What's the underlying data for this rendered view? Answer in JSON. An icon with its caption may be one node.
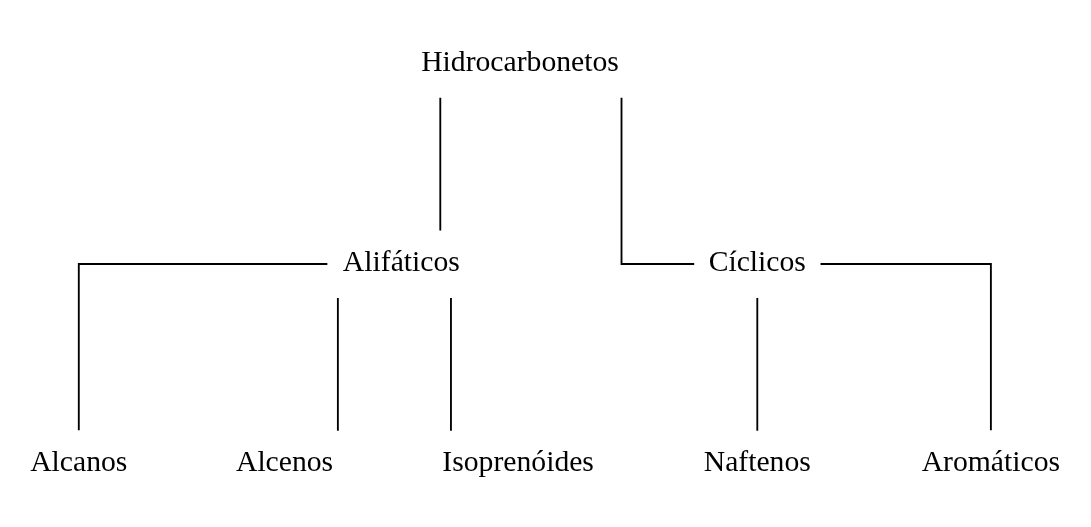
{
  "diagram": {
    "nodes": [
      {
        "text": [
          "Hidrocarbonetos"
        ]
      },
      {
        "text": [
          "Alifáticos"
        ]
      },
      {
        "text": [
          "Cíclicos"
        ]
      },
      {
        "text": [
          "Alcanos"
        ]
      },
      {
        "text": [
          "Alcenos"
        ]
      },
      {
        "text": [
          "Isoprenóides"
        ]
      },
      {
        "text": [
          "Naftenos"
        ]
      },
      {
        "text": [
          "Aromáticos"
        ]
      }
    ],
    "edges": [
      {
        "from": 0,
        "to": 1,
        "arrow": "none"
      },
      {
        "from": 0,
        "to": 2,
        "arrow": "none"
      },
      {
        "from": 1,
        "to": 3,
        "arrow": "none"
      },
      {
        "from": 1,
        "to": 4,
        "arrow": "none"
      },
      {
        "from": 1,
        "to": 5,
        "arrow": "none"
      },
      {
        "from": 2,
        "to": 6,
        "arrow": "none"
      },
      {
        "from": 2,
        "to": 7,
        "arrow": "none"
      }
    ]
  }
}
